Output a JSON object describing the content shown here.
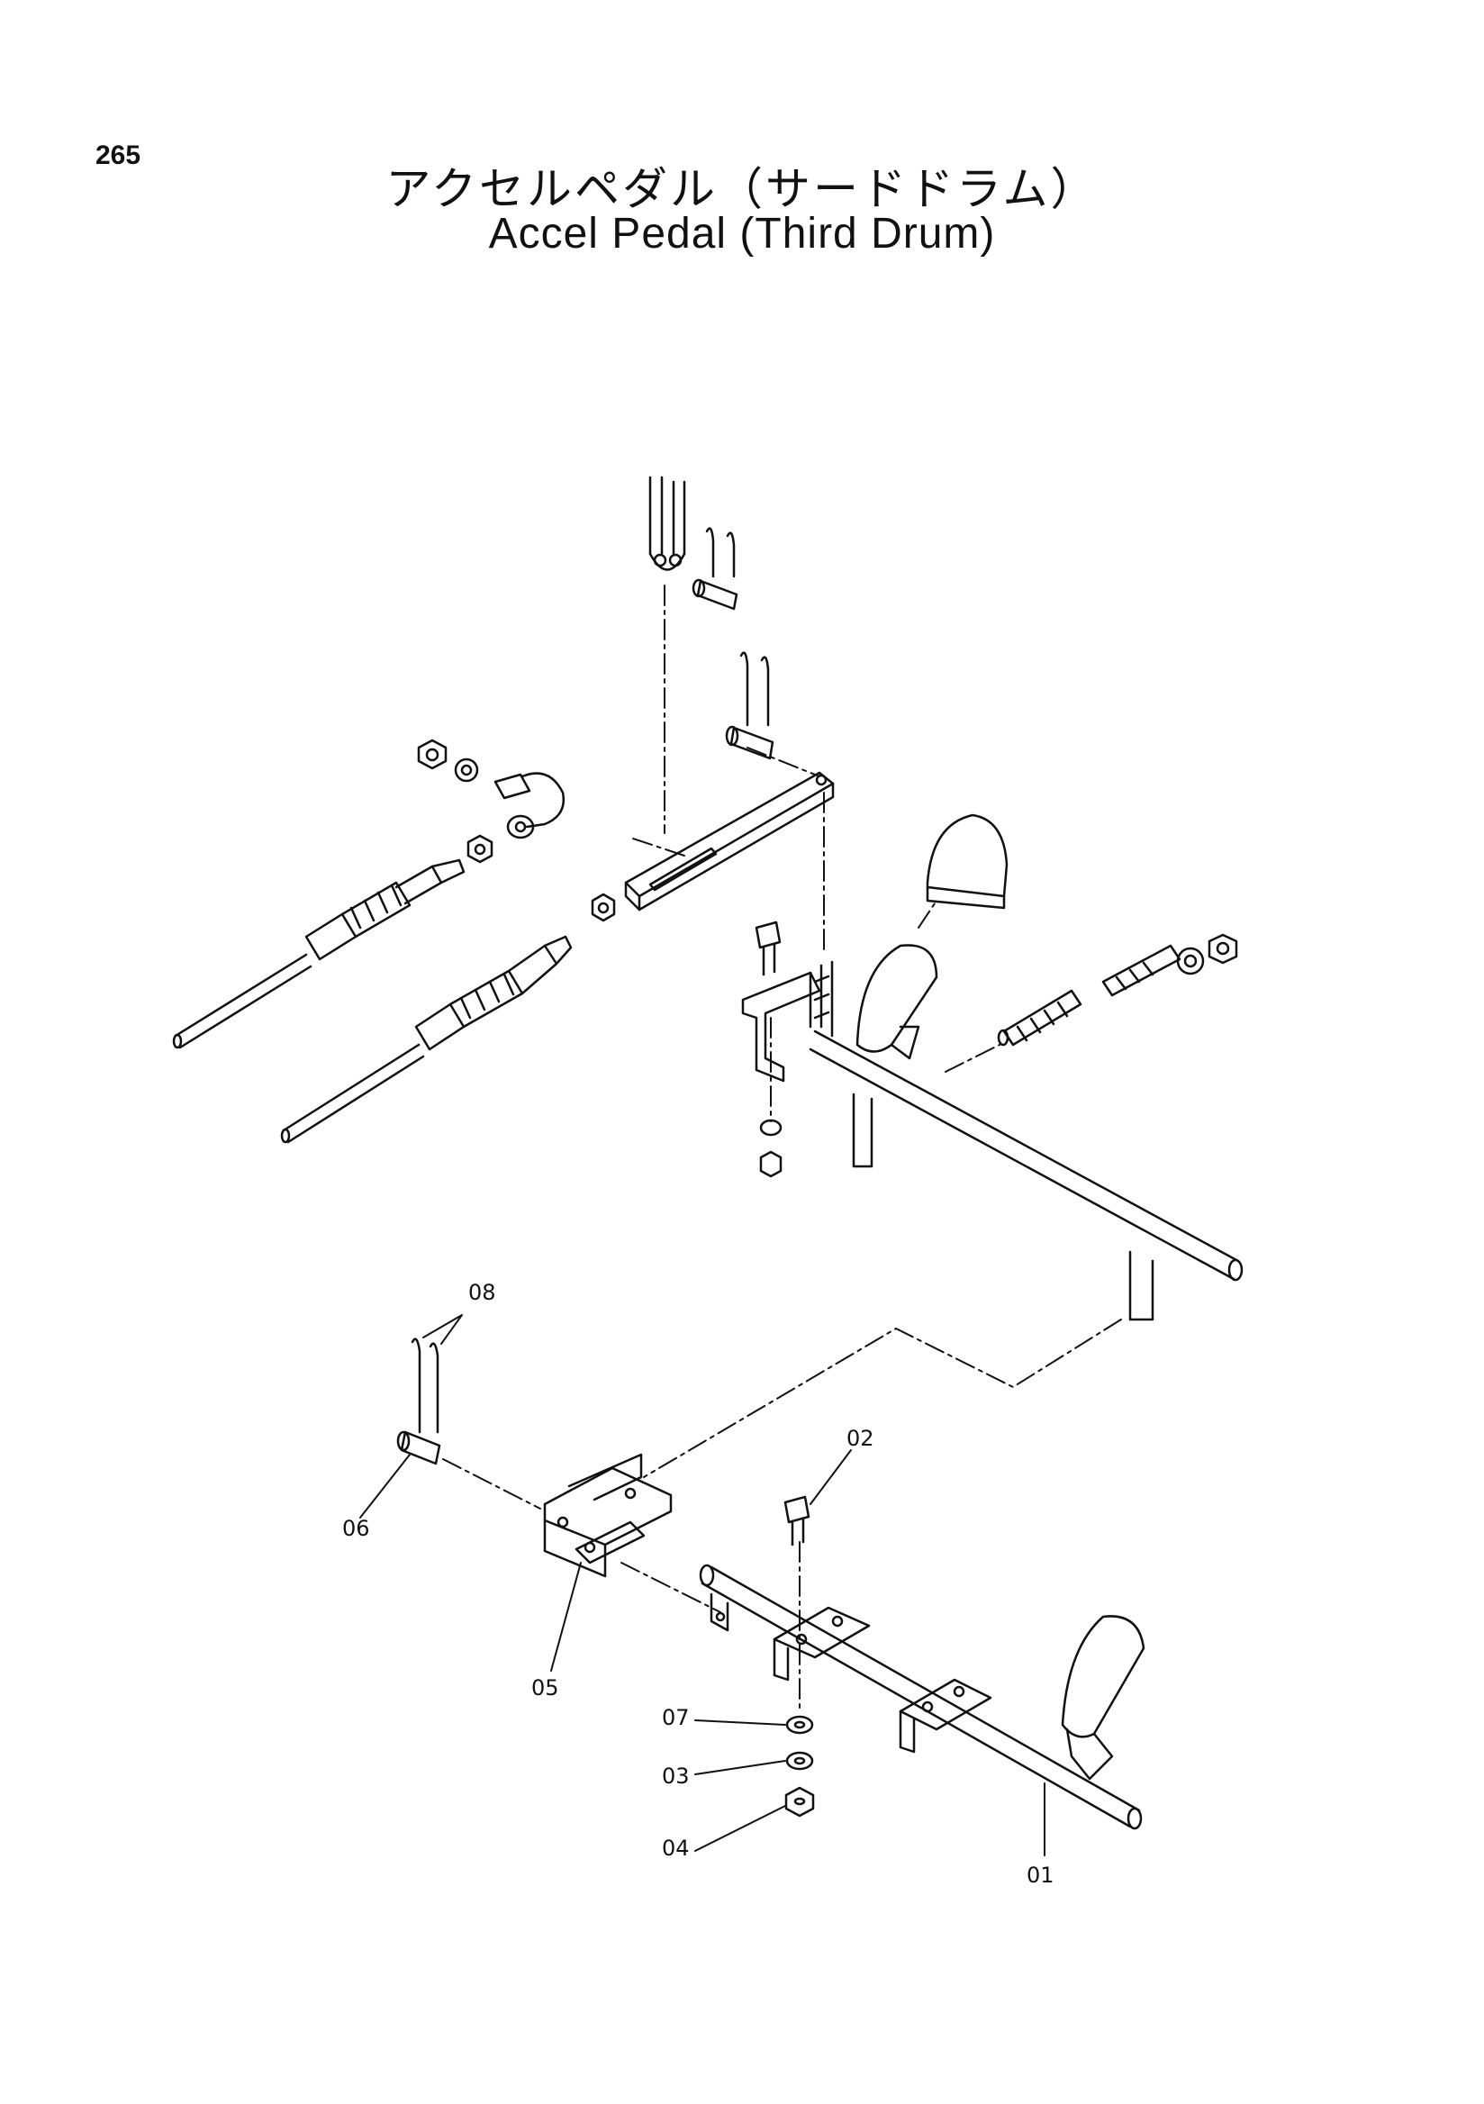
{
  "page_number": "265",
  "title_jp": "アクセルペダル（サードドラム）",
  "title_en": "Accel Pedal (Third Drum)",
  "callouts": {
    "c01": "01",
    "c02": "02",
    "c03": "03",
    "c04": "04",
    "c05": "05",
    "c06": "06",
    "c07": "07",
    "c08": "08"
  }
}
